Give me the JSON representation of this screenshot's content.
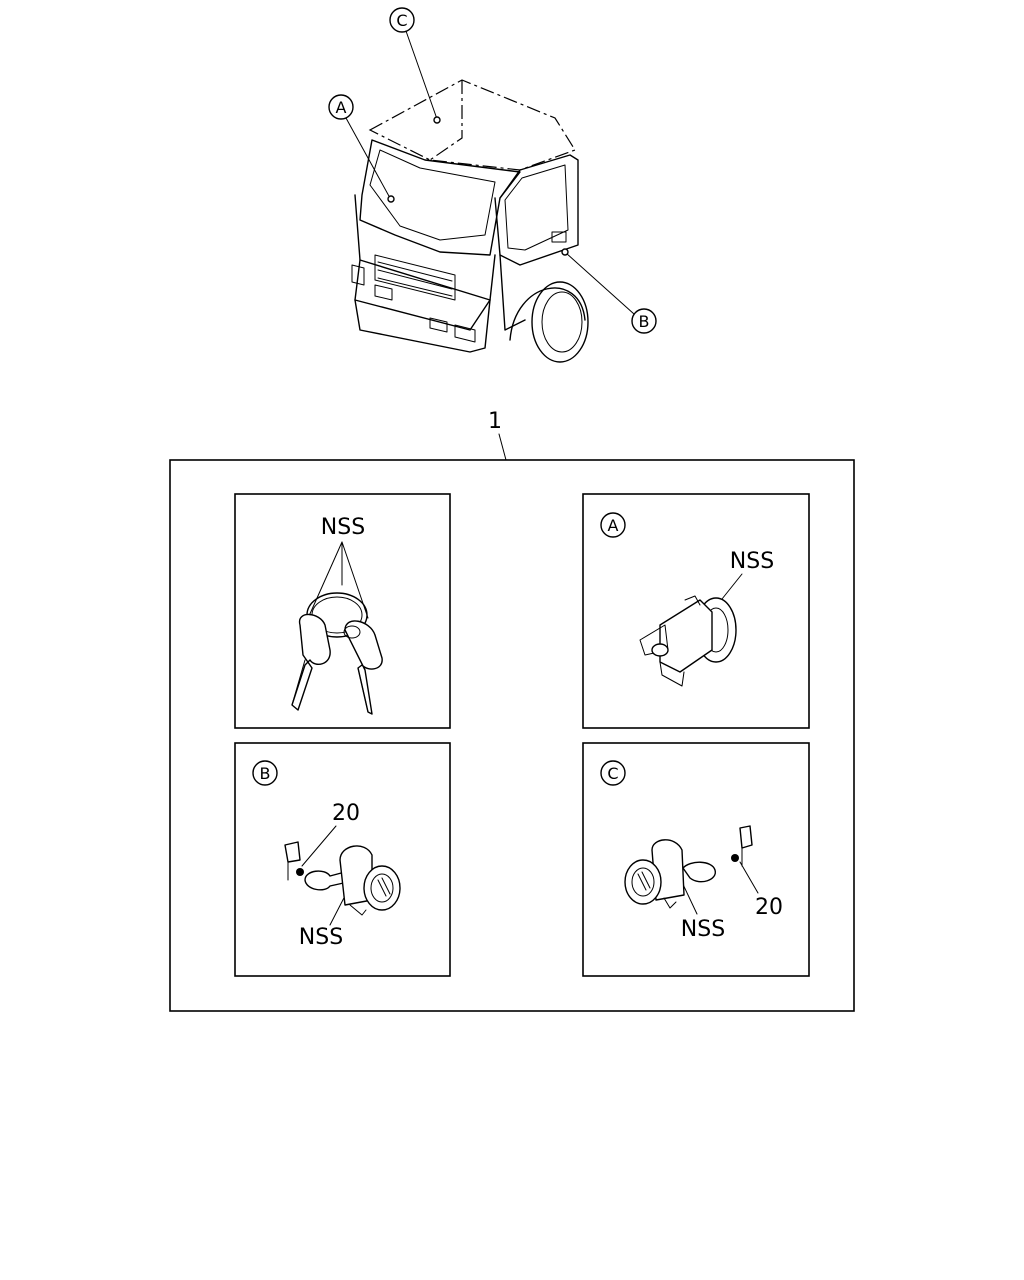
{
  "callouts": {
    "a": "A",
    "b": "B",
    "c": "C"
  },
  "assembly_number": "1",
  "panels": {
    "keys": {
      "label": "NSS"
    },
    "a": {
      "tag": "A",
      "label": "NSS"
    },
    "b": {
      "tag": "B",
      "label": "NSS",
      "ref": "20"
    },
    "c": {
      "tag": "C",
      "label": "NSS",
      "ref": "20"
    }
  }
}
